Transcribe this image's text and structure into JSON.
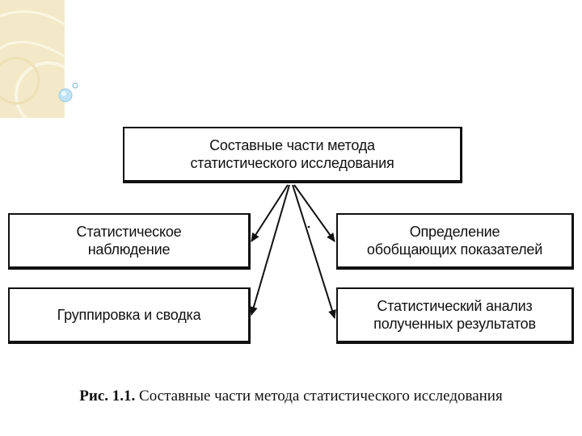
{
  "diagram": {
    "top_box": {
      "line1": "Составные части метода",
      "line2": "статистического исследования"
    },
    "left_boxes": [
      {
        "line1": "Статистическое",
        "line2": "наблюдение"
      },
      {
        "line1": "Группировка и сводка",
        "line2": ""
      }
    ],
    "right_boxes": [
      {
        "line1": "Определение",
        "line2": "обобщающих показателей"
      },
      {
        "line1": "Статистический анализ",
        "line2": "полученных результатов"
      }
    ],
    "edges": [
      {
        "from": "top_box",
        "to": "left_boxes.0"
      },
      {
        "from": "top_box",
        "to": "left_boxes.1"
      },
      {
        "from": "top_box",
        "to": "right_boxes.0"
      },
      {
        "from": "top_box",
        "to": "right_boxes.1"
      }
    ]
  },
  "caption": {
    "number": "Рис. 1.1.",
    "text": "Составные части метода статистического исследования"
  },
  "colors": {
    "ink": "#111111",
    "deco_bg": "#f3e9c8",
    "deco_bubble": "#bfe3f4"
  }
}
